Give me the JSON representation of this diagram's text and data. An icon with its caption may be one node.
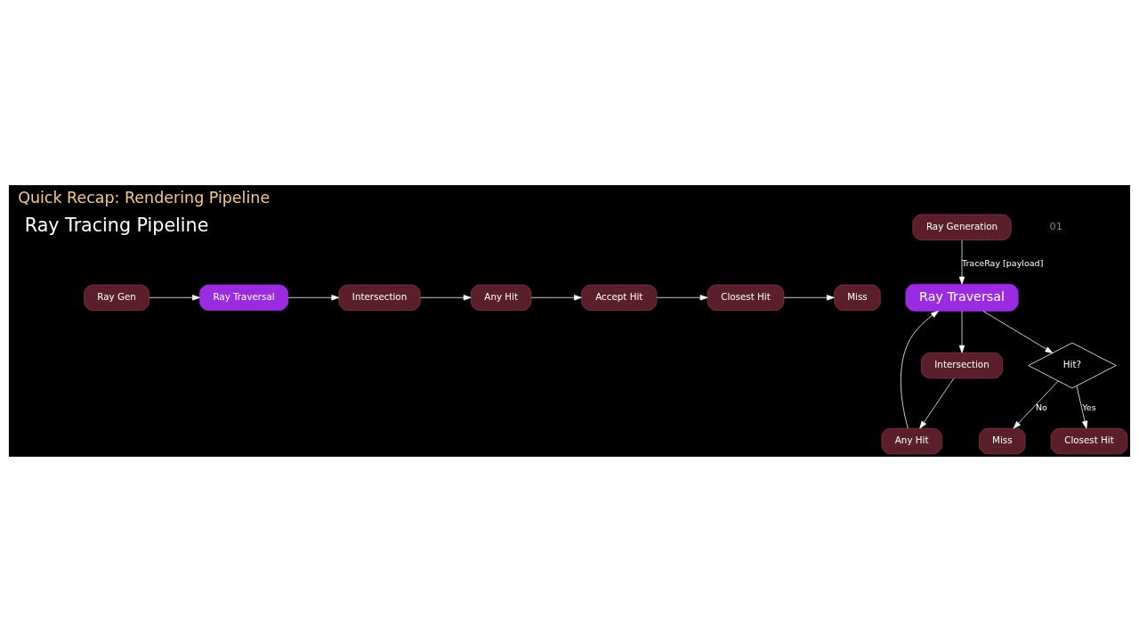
{
  "diagram": {
    "title": "Quick Recap: Rendering Pipeline",
    "nodes": [
      {
        "text": [
          "Ray Gen"
        ]
      },
      {
        "text": [
          "Ray Traversal"
        ]
      },
      {
        "text": [
          "Intersection"
        ]
      },
      {
        "text": [
          "Any Hit"
        ]
      },
      {
        "text": [
          "Accept Hit"
        ]
      },
      {
        "text": [
          "Closest Hit"
        ]
      },
      {
        "text": [
          "Miss"
        ]
      },
      {
        "text": [
          "Ray Generation"
        ]
      },
      {
        "text": [
          "Ray Traversal"
        ]
      },
      {
        "text": [
          "Any Hit"
        ]
      },
      {
        "text": [
          "Intersection"
        ]
      },
      {
        "text": [
          "Hit?"
        ]
      },
      {
        "text": [
          "Miss"
        ]
      },
      {
        "text": [
          "Closest Hit"
        ]
      }
    ],
    "edges": [
      {
        "from": 0,
        "to": 1,
        "arrow": "to"
      },
      {
        "from": 1,
        "to": 2,
        "arrow": "to"
      },
      {
        "from": 2,
        "to": 3,
        "arrow": "to"
      },
      {
        "from": 3,
        "to": 4,
        "arrow": "to"
      },
      {
        "from": 4,
        "to": 5,
        "arrow": "to"
      },
      {
        "from": 5,
        "to": 6,
        "arrow": "to"
      },
      {
        "from": 7,
        "to": 8,
        "arrow": "to",
        "label": "TraceRay [payload]"
      },
      {
        "from": 8,
        "to": 10,
        "arrow": "to"
      },
      {
        "from": 10,
        "to": 9,
        "arrow": "to"
      },
      {
        "from": 9,
        "to": 8,
        "arrow": "to"
      },
      {
        "from": 8,
        "to": 11,
        "arrow": "to"
      },
      {
        "from": 11,
        "to": 12,
        "arrow": "to",
        "label": "No"
      },
      {
        "from": 11,
        "to": 13,
        "arrow": "to",
        "label": "Yes"
      }
    ],
    "labels": [
      "01",
      "Ray Tracing Pipeline"
    ]
  }
}
